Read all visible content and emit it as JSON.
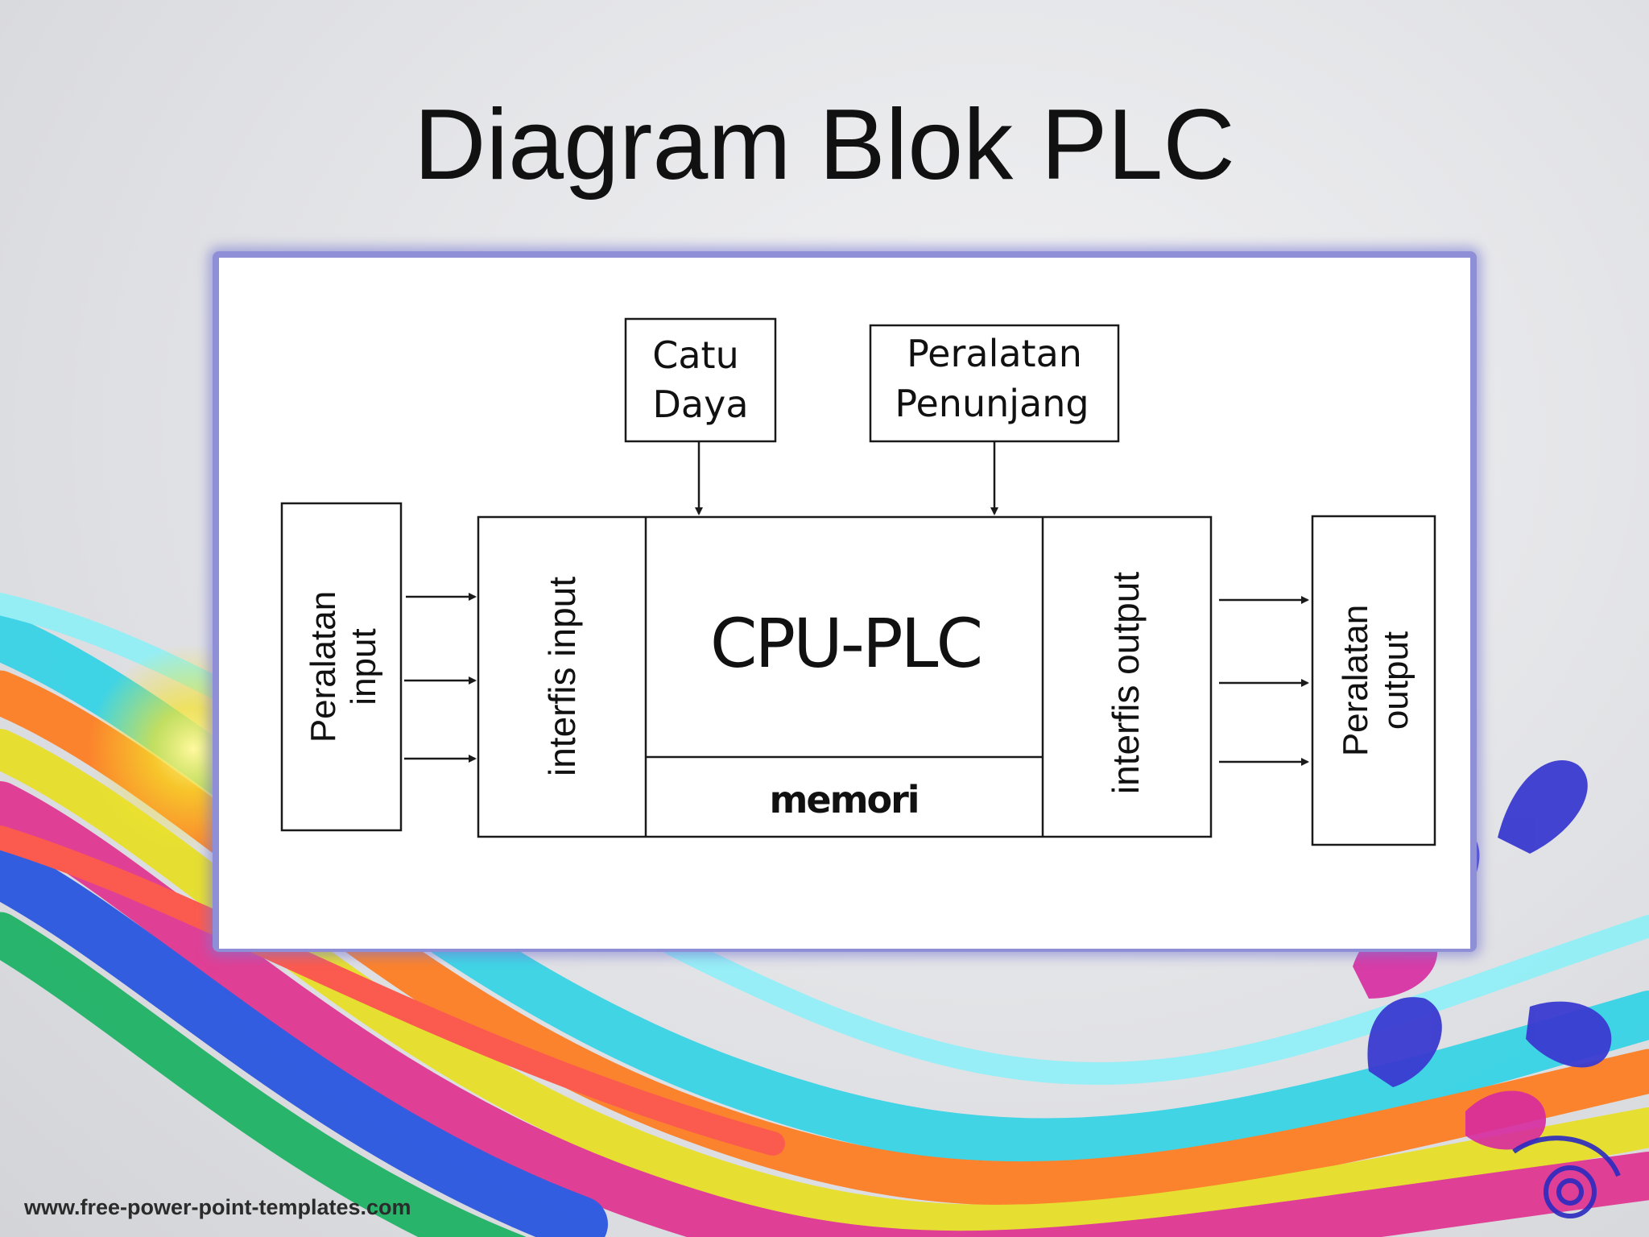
{
  "slide": {
    "title": "Diagram Blok PLC",
    "footer_url": "www.free-power-point-templates.com"
  },
  "diagram": {
    "power_supply": {
      "line1": "Catu",
      "line2": "Daya"
    },
    "support_devices": {
      "line1": "Peralatan",
      "line2": "Penunjang"
    },
    "input_devices": {
      "line1": "Peralatan",
      "line2": "input"
    },
    "input_interface": "interfis input",
    "cpu": "CPU-PLC",
    "memory": "memori",
    "output_interface": "interfis output",
    "output_devices": {
      "line1": "Peralatan",
      "line2": "output"
    }
  },
  "colors": {
    "frame": "#8e8fd6",
    "stroke": "#1a1a1a",
    "text": "#111111"
  }
}
